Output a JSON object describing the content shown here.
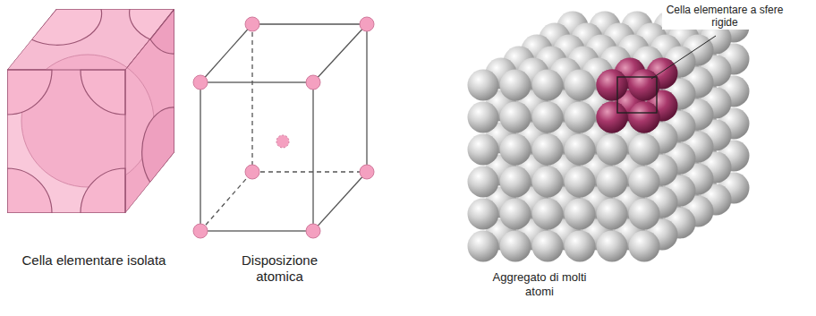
{
  "diagram": {
    "labels": [
      "Cella elementare isolata",
      "Disposizione atomica",
      "Aggregato di molti atomi",
      "Cella elementare a sfere rigide"
    ]
  }
}
